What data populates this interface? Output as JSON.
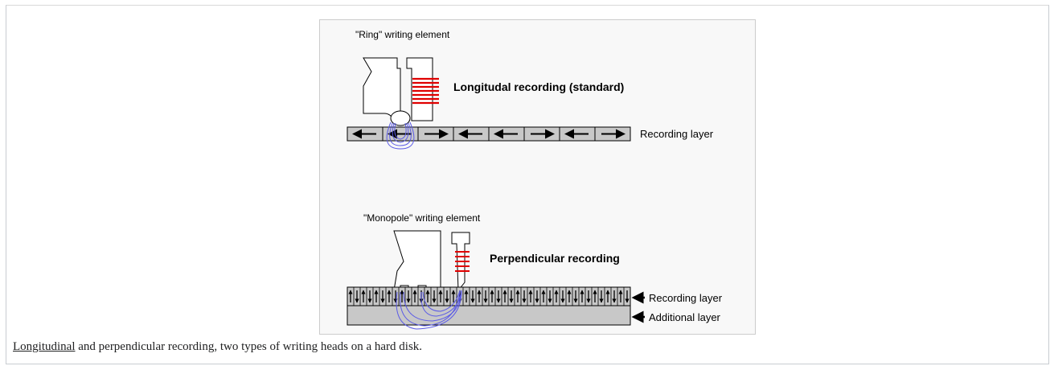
{
  "diagram": {
    "longitudinal": {
      "head_label": "\"Ring\" writing element",
      "title": "Longitudal recording (standard)",
      "layer_label": "Recording layer",
      "magnetization": [
        "left",
        "left",
        "right",
        "left",
        "left",
        "right",
        "left",
        "right"
      ]
    },
    "perpendicular": {
      "head_label": "\"Monopole\" writing element",
      "title": "Perpendicular recording",
      "recording_layer_label": "Recording layer",
      "additional_layer_label": "Additional layer"
    },
    "colors": {
      "coil": "#e00000",
      "field_lines": "#5a5ae6",
      "layer_fill": "#c8c8c8",
      "background": "#f8f8f8"
    }
  },
  "caption": {
    "link_text": "Longitudinal",
    "rest_text": " and perpendicular recording, two types of writing heads on a hard disk."
  }
}
